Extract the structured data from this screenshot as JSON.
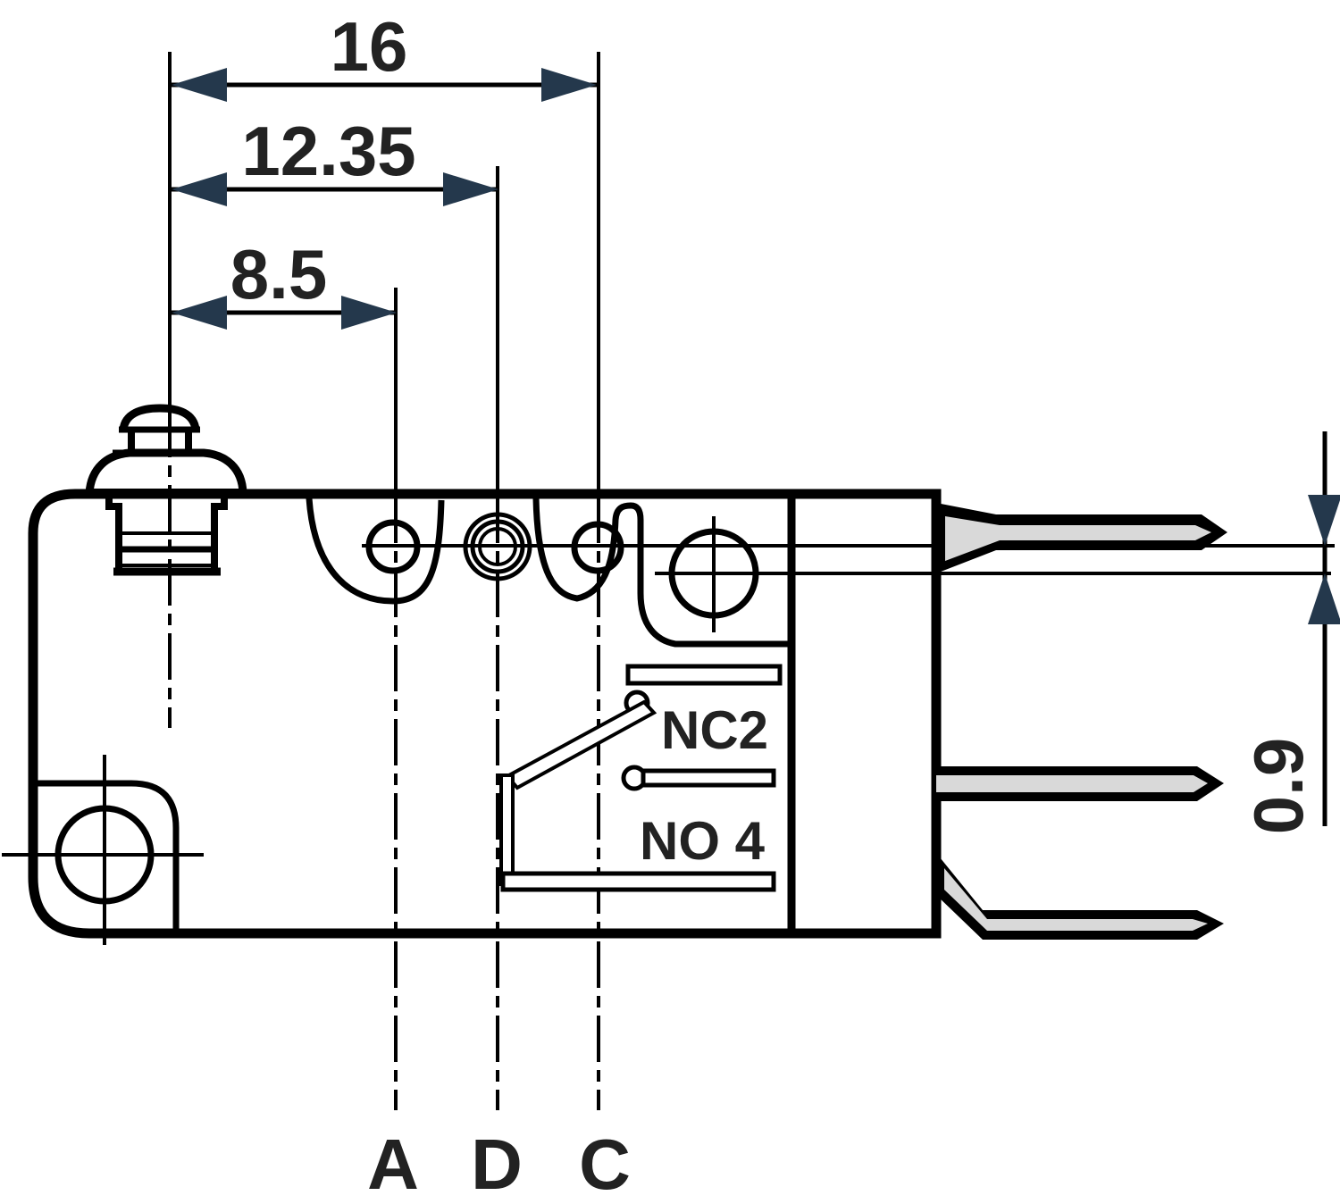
{
  "dimensions": {
    "horizontal": [
      {
        "label": "16"
      },
      {
        "label": "12.35"
      },
      {
        "label": "8.5"
      }
    ],
    "vertical": {
      "label": "0.9"
    }
  },
  "contacts": {
    "nc_label": "NC2",
    "no_label": "NO 4"
  },
  "centerline_labels": [
    "A",
    "D",
    "C"
  ],
  "colors": {
    "line": "#000000",
    "dimension_arrow": "#24384c",
    "terminal_fill": "#d9d9d9",
    "label_text": "#222222",
    "background": "#ffffff"
  }
}
